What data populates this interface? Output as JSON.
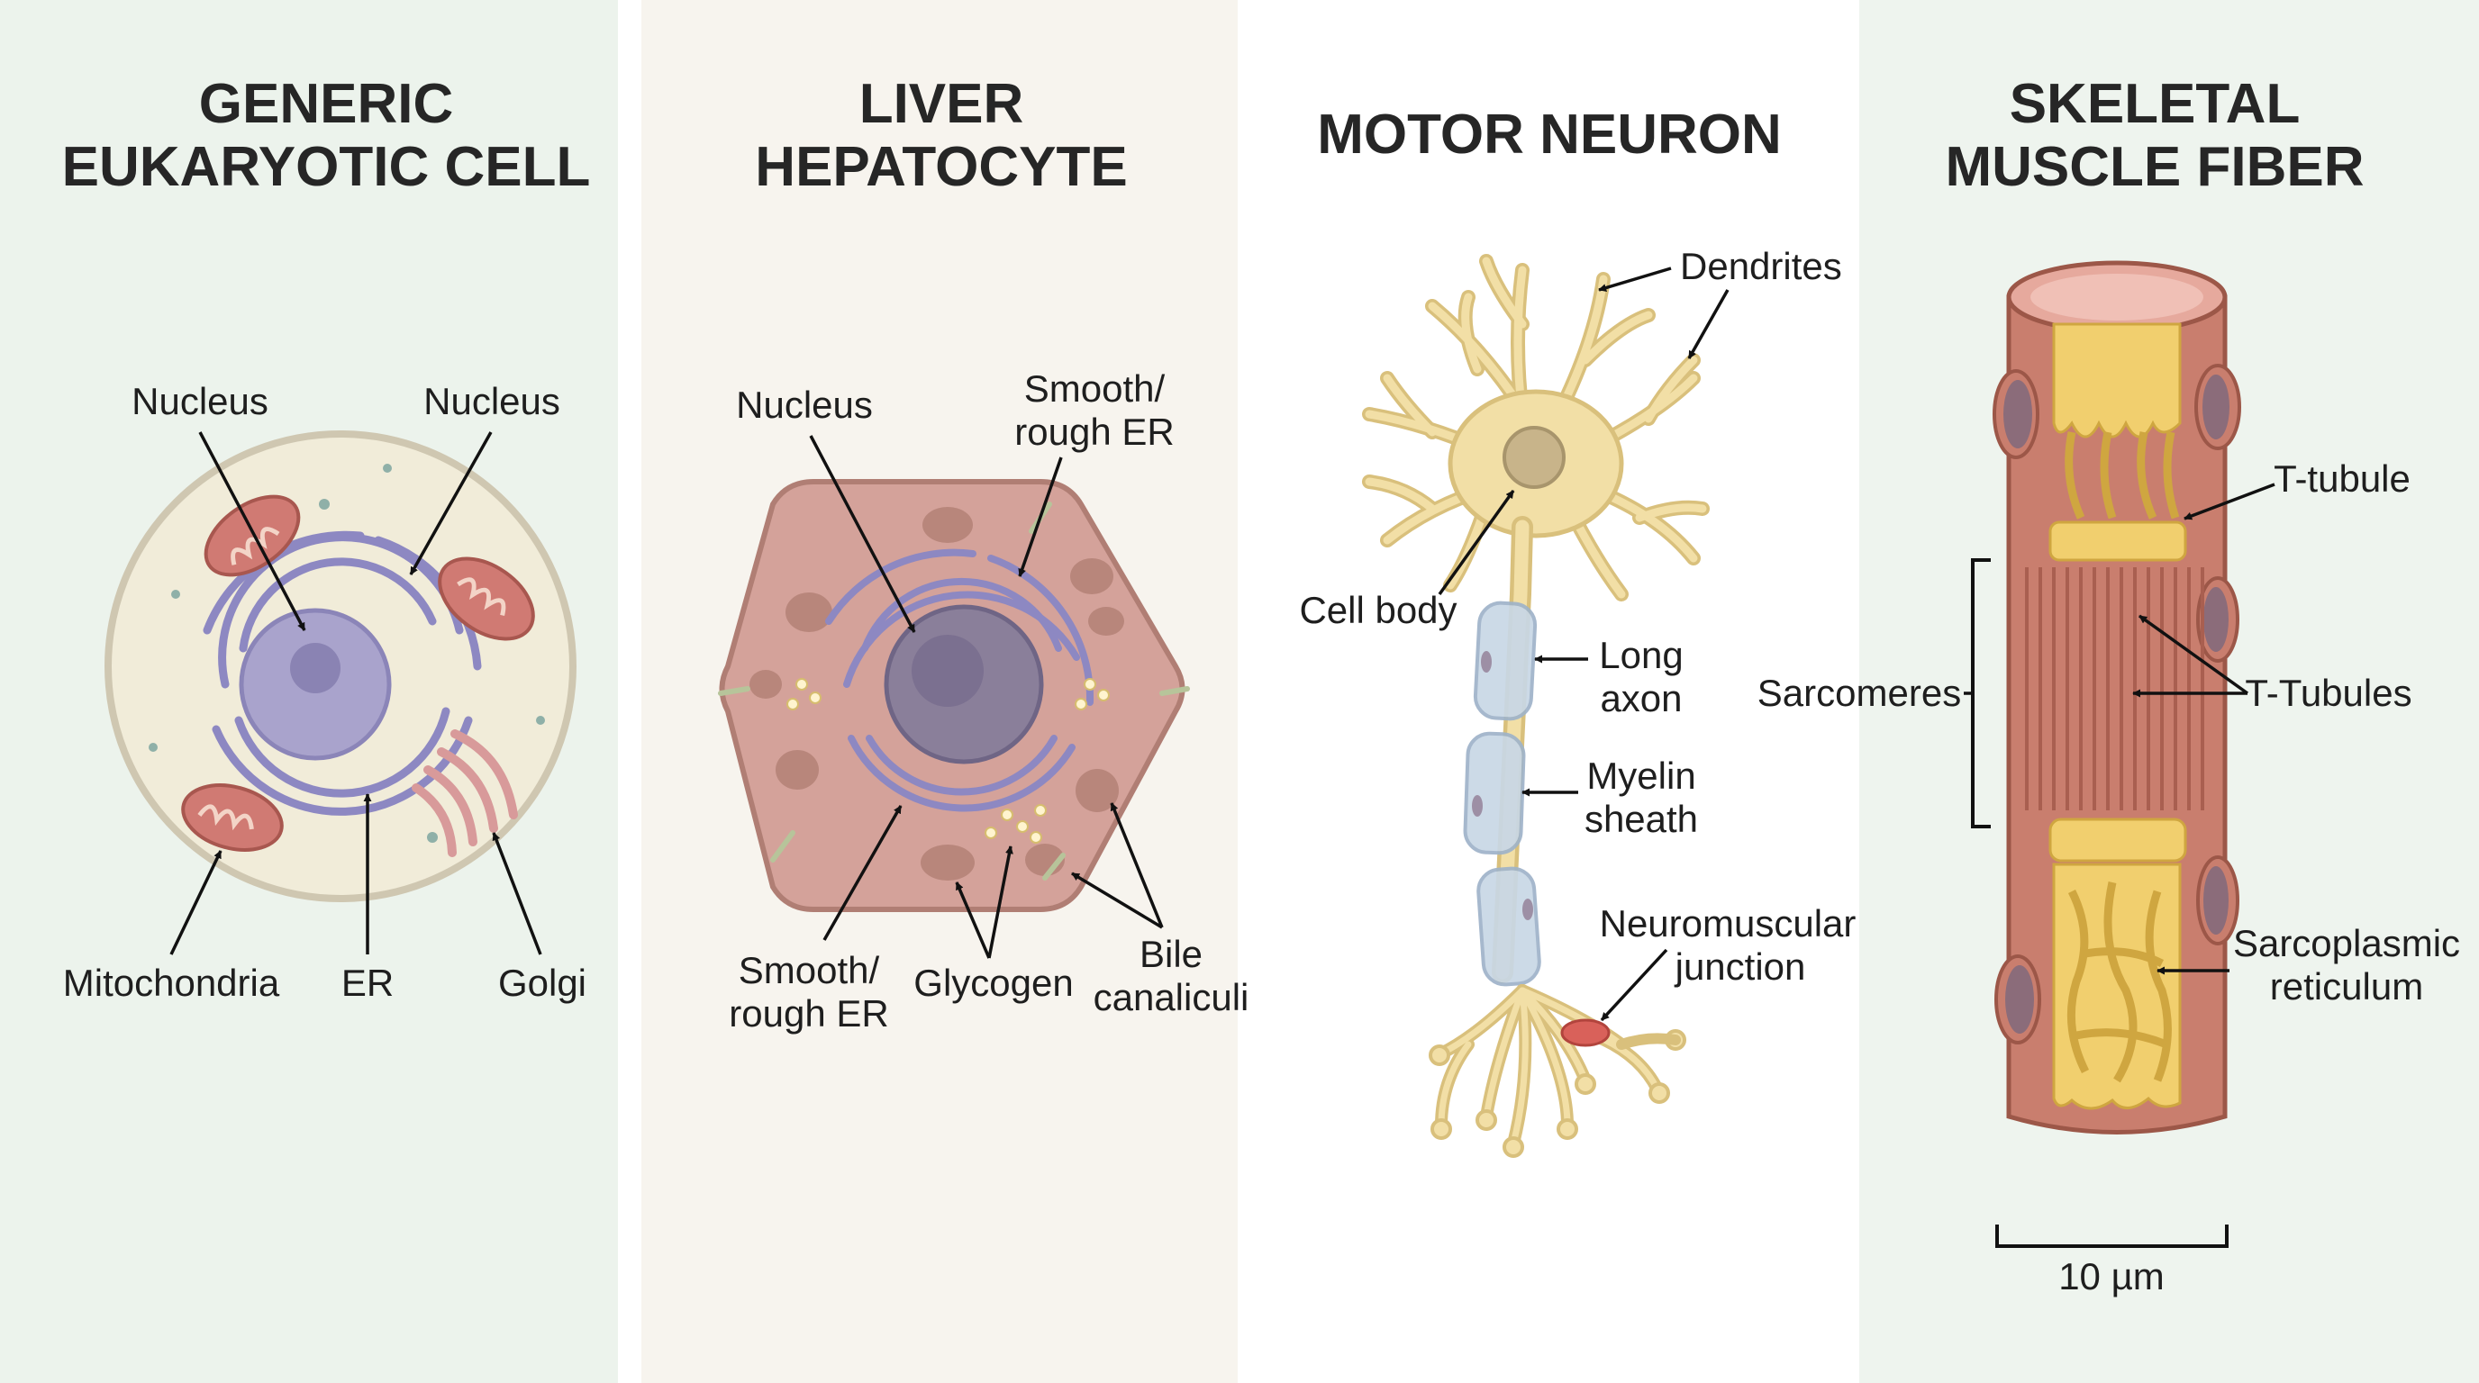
{
  "panels": [
    {
      "title_lines": [
        "GENERIC",
        "EUKARYOTIC CELL"
      ],
      "labels": {
        "nucleus_a": "Nucleus",
        "nucleus_b": "Nucleus",
        "mitochondria": "Mitochondria",
        "er": "ER",
        "golgi": "Golgi"
      }
    },
    {
      "title_lines": [
        "LIVER",
        "HEPATOCYTE"
      ],
      "labels": {
        "nucleus": "Nucleus",
        "er_top_1": "Smooth/",
        "er_top_2": "rough ER",
        "er_bottom_1": "Smooth/",
        "er_bottom_2": "rough ER",
        "glycogen": "Glycogen",
        "bile_1": "Bile",
        "bile_2": "canaliculi"
      }
    },
    {
      "title_lines": [
        "MOTOR NEURON"
      ],
      "labels": {
        "dendrites": "Dendrites",
        "cell_body": "Cell body",
        "axon_1": "Long",
        "axon_2": "axon",
        "myelin_1": "Myelin",
        "myelin_2": "sheath",
        "nmj_1": "Neuromuscular",
        "nmj_2": "junction"
      }
    },
    {
      "title_lines": [
        "SKELETAL",
        "MUSCLE FIBER"
      ],
      "labels": {
        "t_tubule": "T-tubule",
        "sarcomeres": "Sarcomeres",
        "t_tubules": "T-Tubules",
        "sr_1": "Sarcoplasmic",
        "sr_2": "reticulum",
        "scale": "10 µm"
      }
    }
  ],
  "colors": {
    "panel_bg_1": "#ecf3ec",
    "panel_bg_2": "#f7f4ee",
    "panel_bg_3": "#ffffff",
    "panel_bg_4": "#eef4ee",
    "cytoplasm": "#f1ecd9",
    "nucleus": "#a9a3cc",
    "er": "#8d88c2",
    "mitochondria": "#d07a73",
    "golgi": "#d89a9a",
    "hepatocyte": "#d4a29a",
    "neuron": "#f2dfa6",
    "myelin": "#c8d7e6",
    "muscle": "#c97e6e",
    "reticulum": "#f1cf6e",
    "junction": "#d9615a"
  }
}
